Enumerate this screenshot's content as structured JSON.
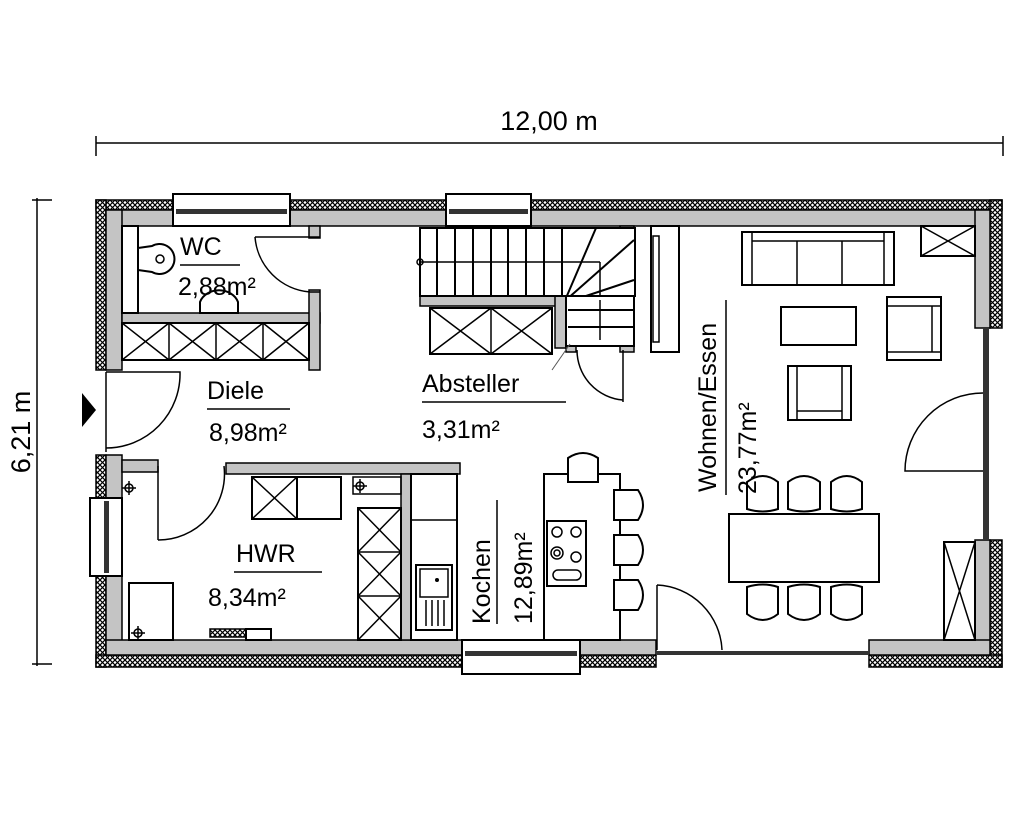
{
  "dimensions": {
    "width_label": "12,00 m",
    "height_label": "6,21 m"
  },
  "rooms": [
    {
      "id": "wc",
      "name": "WC",
      "area": "2,88m²"
    },
    {
      "id": "diele",
      "name": "Diele",
      "area": "8,98m²"
    },
    {
      "id": "absteller",
      "name": "Absteller",
      "area": "3,31m²"
    },
    {
      "id": "wohnen",
      "name": "Wohnen/Essen",
      "area": "23,77m²"
    },
    {
      "id": "hwr",
      "name": "HWR",
      "area": "8,34m²"
    },
    {
      "id": "kochen",
      "name": "Kochen",
      "area": "12,89m²"
    }
  ],
  "symbols": {
    "entrance": "entrance-arrow-icon"
  },
  "colors": {
    "wall_fill": "#c4c4c4",
    "line": "#000000",
    "background": "#ffffff"
  }
}
